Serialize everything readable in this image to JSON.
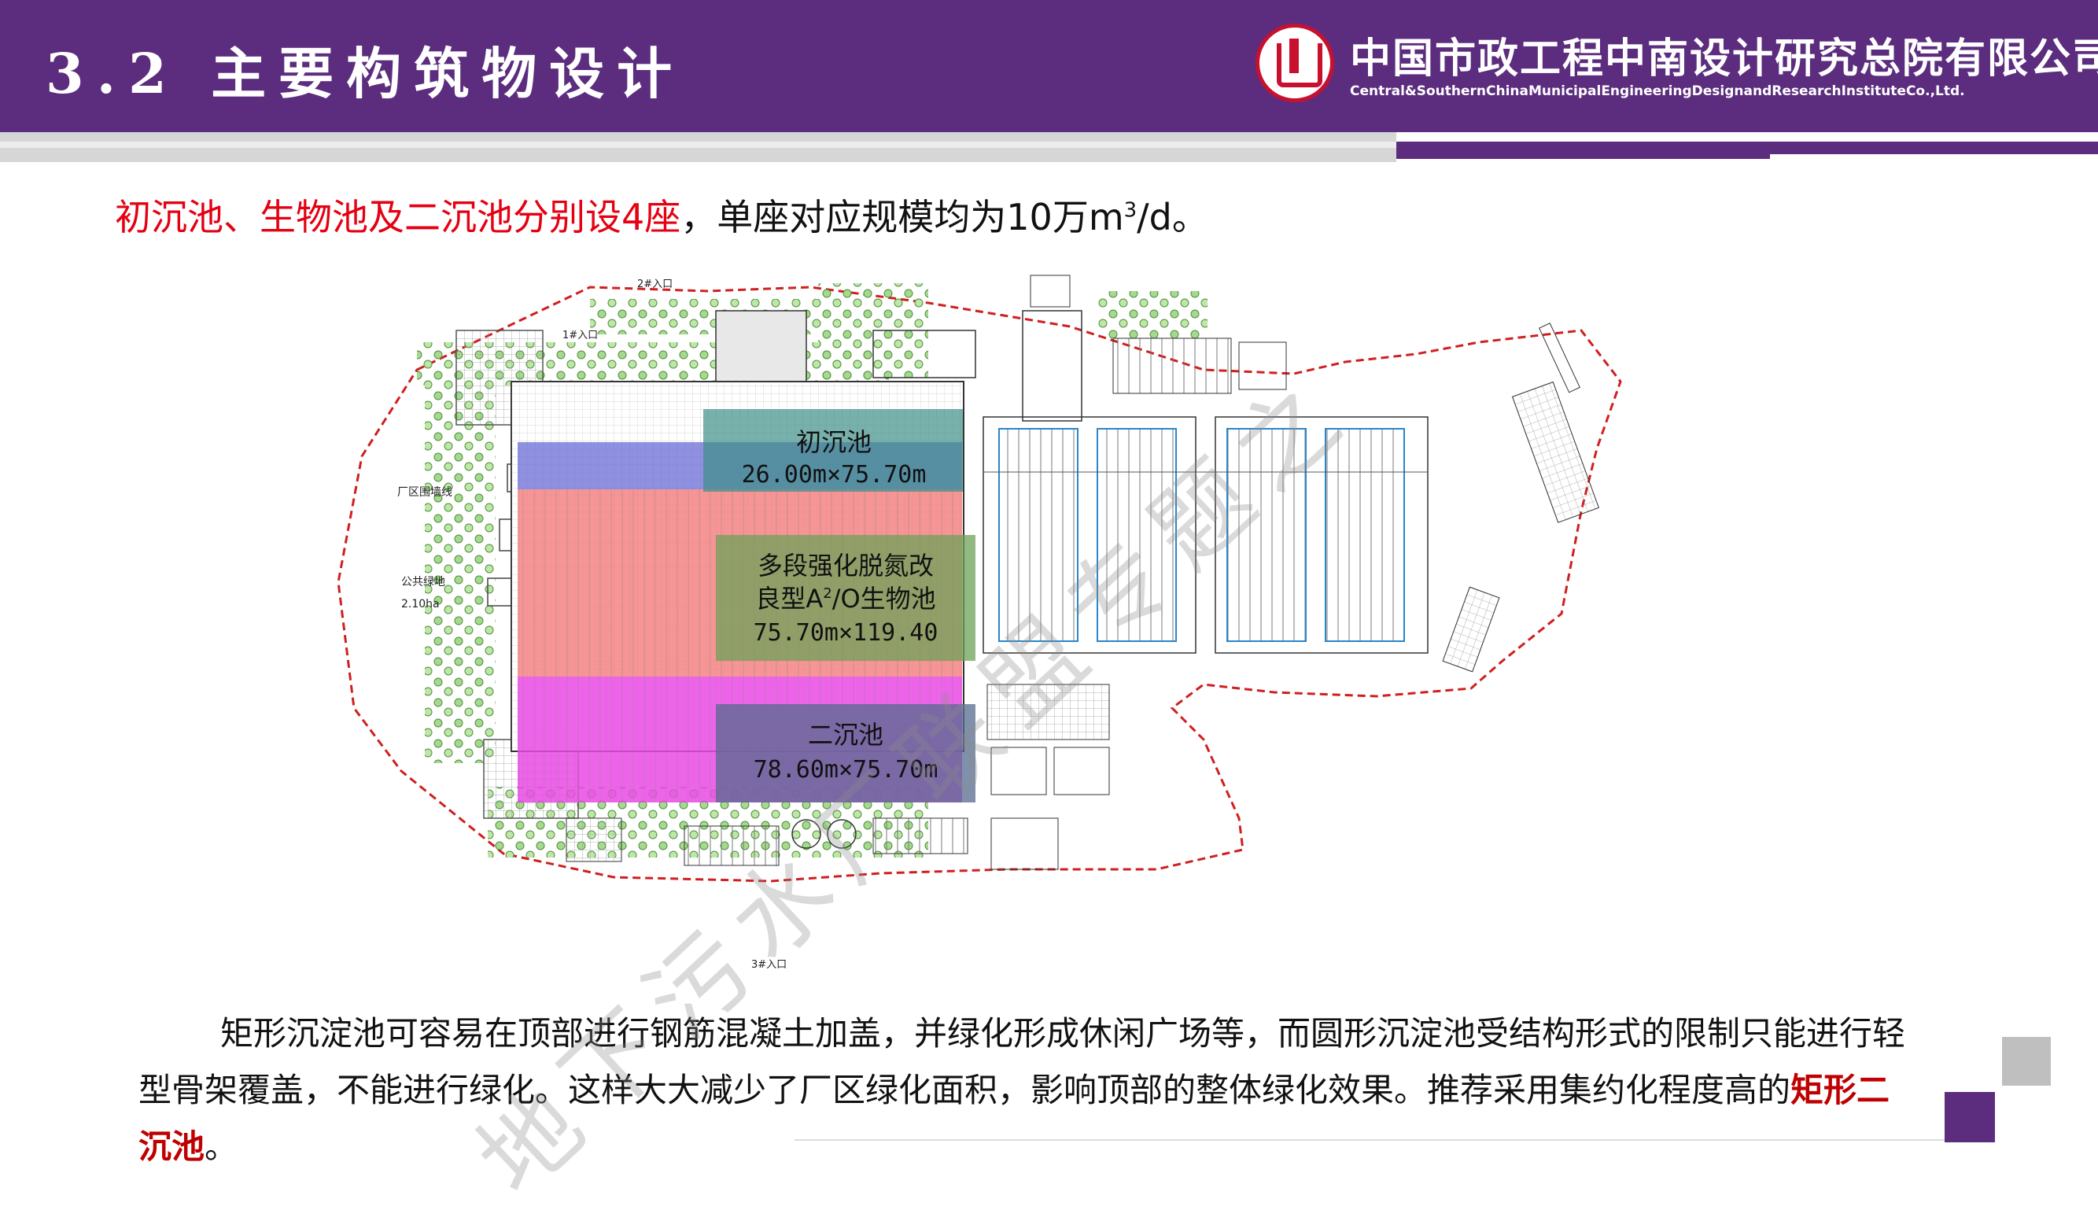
{
  "header": {
    "title": "3.2 主要构筑物设计",
    "company_cn": "中国市政工程中南设计研究总院有限公司",
    "company_en": "Central&SouthernChinaMunicipalEngineeringDesignandResearchInstituteCo.,Ltd."
  },
  "headline": {
    "red_part": "初沉池、生物池及二沉池分别设4座",
    "black_part": "，单座对应规模均为10万m",
    "superscript": "3",
    "suffix": "/d。"
  },
  "plan": {
    "primary_clarifier": {
      "name": "初沉池",
      "size": "26.00m×75.70m"
    },
    "bio_tank": {
      "line1": "多段强化脱氮改",
      "line2_prefix": "良型A",
      "line2_sup": "2",
      "line2_suffix": "/O生物池",
      "size": "75.70m×119.40"
    },
    "secondary_clarifier": {
      "name": "二沉池",
      "size": "78.60m×75.70m"
    },
    "labels": {
      "plant_wall": "厂区围墙线",
      "green_land": "公共绿地",
      "green_area": "2.10ha",
      "gate_2": "2#入口",
      "gate_3": "3#入口",
      "gate_1": "1#入口"
    }
  },
  "paragraph": {
    "text1": "矩形沉淀池可容易在顶部进行钢筋混凝土加盖，并绿化形成休闲广场等，而圆形沉淀池受结构形式的限制只能进行轻型骨架覆盖，不能进行绿化。这样大大减少了厂区绿化面积，影响顶部的整体绿化效果。推荐采用集约化程度高的",
    "emphasis": "矩形二沉池",
    "end": "。"
  },
  "watermark": "地下污水厂联盟专题之"
}
